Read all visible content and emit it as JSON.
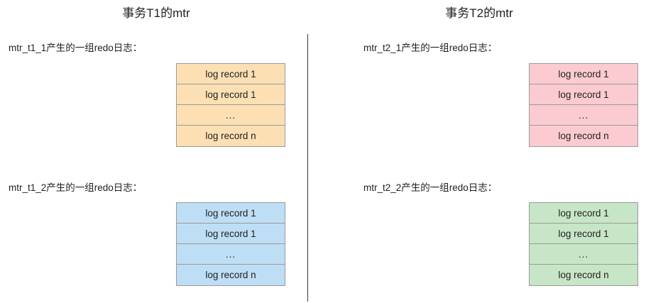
{
  "diagram": {
    "columns": [
      {
        "title": "事务T1的mtr",
        "groups": [
          {
            "caption": "mtr_t1_1产生的一组redo日志：",
            "color": "#fce0b3",
            "rows": [
              "log record 1",
              "log record 1",
              "...",
              "log record n"
            ]
          },
          {
            "caption": "mtr_t1_2产生的一组redo日志：",
            "color": "#bedef5",
            "rows": [
              "log record 1",
              "log record 1",
              "...",
              "log record n"
            ]
          }
        ]
      },
      {
        "title": "事务T2的mtr",
        "groups": [
          {
            "caption": "mtr_t2_1产生的一组redo日志：",
            "color": "#fbcbd1",
            "rows": [
              "log record 1",
              "log record 1",
              "...",
              "log record n"
            ]
          },
          {
            "caption": "mtr_t2_2产生的一组redo日志：",
            "color": "#c7e6c7",
            "rows": [
              "log record 1",
              "log record 1",
              "...",
              "log record n"
            ]
          }
        ]
      }
    ],
    "divider": {
      "color": "#3a3a3a"
    }
  }
}
